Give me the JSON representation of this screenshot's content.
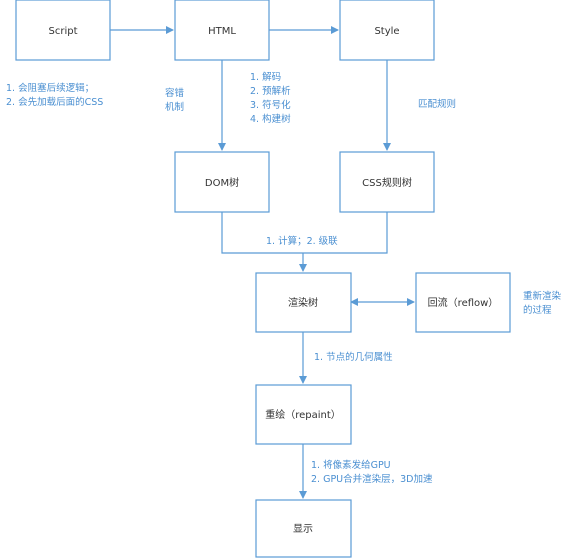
{
  "nodes": {
    "script": "Script",
    "html": "HTML",
    "style": "Style",
    "dom": "DOM树",
    "cssrules": "CSS规则树",
    "render_tree": "渲染树",
    "reflow": "回流（reflow）",
    "repaint": "重绘（repaint）",
    "display": "显示"
  },
  "notes": {
    "script_notes": [
      "1. 会阻塞后续逻辑；",
      "2. 会先加载后面的CSS"
    ],
    "fault_tolerance": [
      "容错",
      "机制"
    ],
    "html_parse_steps": [
      "1. 解码",
      "2. 预解析",
      "3. 符号化",
      "4. 构建树"
    ],
    "match_rules": "匹配规则",
    "compute_cascade": "1. 计算；2. 级联",
    "reflow_desc": [
      "重新渲染",
      "的过程"
    ],
    "geometry": "1. 节点的几何属性",
    "paint_steps": [
      "1. 将像素发给GPU",
      "2. GPU合并渲染层，3D加速"
    ]
  },
  "colors": {
    "stroke": "#5b9bd5",
    "note_text": "#4a8fd1",
    "node_text": "#333333"
  }
}
